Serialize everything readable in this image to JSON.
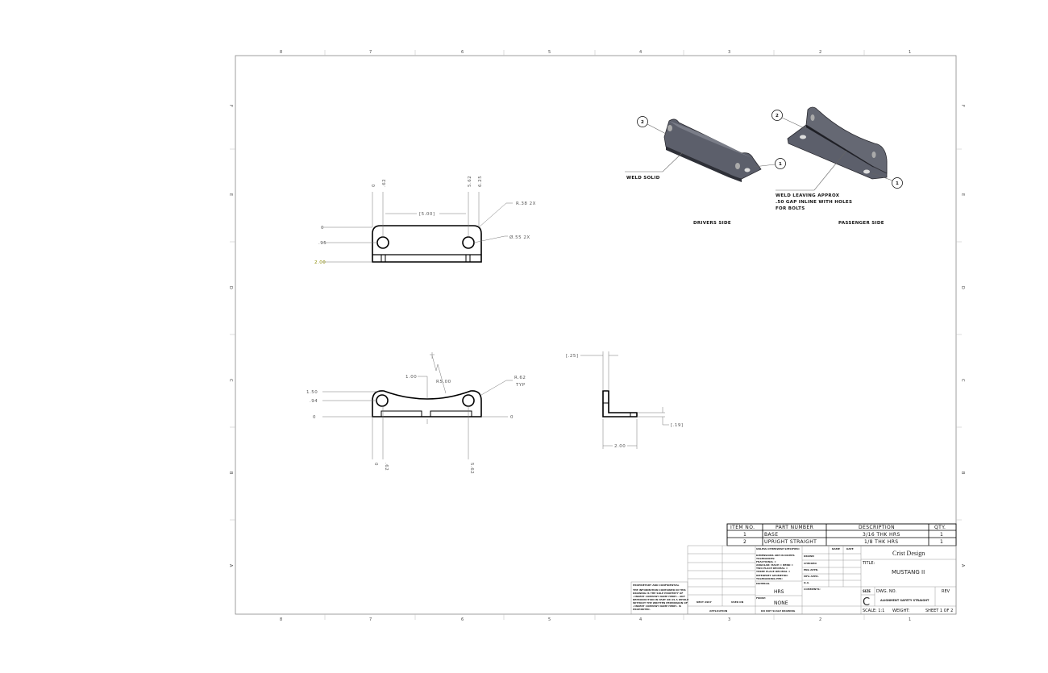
{
  "sheet": {
    "zones_columns": [
      "8",
      "7",
      "6",
      "5",
      "4",
      "3",
      "2",
      "1"
    ],
    "zones_rows": [
      "F",
      "E",
      "D",
      "C",
      "B",
      "A"
    ]
  },
  "top_view": {
    "dims": {
      "ord_h0": "0",
      "ord_h1": ".62",
      "ord_h2": "5.62",
      "ord_h3": "6.25",
      "ord_v0": "0",
      "ord_v1": ".95",
      "ord_v2": "2.00",
      "hole_spacing": "[5.00]",
      "corner_radius": "R.38 2X",
      "hole_dia": "Ø.55 2X"
    }
  },
  "front_view": {
    "dims": {
      "v_top": "1.50",
      "v_hole": ".94",
      "v_base": "0",
      "v_base_r": "0",
      "dip": "1.00",
      "arc_radius": "R5.00",
      "corner_radius": "R.62",
      "corner_radius_note": "TYP",
      "h0": "0",
      "h1": ".62",
      "h2": "5.62"
    }
  },
  "side_view": {
    "dims": {
      "thickness": "[.25]",
      "base_thickness": "[.19]",
      "width": "2.00"
    }
  },
  "isometric": {
    "drivers_label": "DRIVERS SIDE",
    "passenger_label": "PASSENGER SIDE",
    "weld_solid": "WELD SOLID",
    "weld_gap_lines": [
      "WELD LEAVING APPROX",
      ".50 GAP INLINE WITH HOLES",
      "FOR BOLTS"
    ],
    "balloons": [
      "1",
      "2"
    ]
  },
  "bom": {
    "headers": [
      "ITEM NO.",
      "PART NUMBER",
      "DESCRIPTION",
      "QTY."
    ],
    "rows": [
      {
        "item": "1",
        "part": "BASE",
        "desc": "3/16 THK HRS",
        "qty": "1"
      },
      {
        "item": "2",
        "part": "UPRIGHT STRAIGHT",
        "desc": "1/8 THK HRS",
        "qty": "1"
      }
    ]
  },
  "title_block": {
    "company": "Crist Design",
    "title_label": "TITLE:",
    "title": "MUSTANG II",
    "size_label": "SIZE",
    "size": "C",
    "dwg_no_label": "DWG. NO.",
    "dwg_no": "ALIGNMENT SAFETY STRAIGHT",
    "rev_label": "REV",
    "scale": "SCALE: 1:1",
    "weight": "WEIGHT:",
    "sheet": "SHEET 1 OF 2",
    "unless": "UNLESS OTHERWISE SPECIFIED:",
    "name": "NAME",
    "date": "DATE",
    "drawn": "DRAWN",
    "checked": "CHECKED",
    "eng_appr": "ENG APPR.",
    "mfg_appr": "MFG APPR.",
    "qa": "Q.A.",
    "comments": "COMMENTS:",
    "tolerances": [
      "DIMENSIONS ARE IN INCHES",
      "TOLERANCES:",
      "FRACTIONAL ±",
      "ANGULAR: MACH ±   BEND ±",
      "TWO PLACE DECIMAL  ±",
      "THREE PLACE DECIMAL ±"
    ],
    "interpret": [
      "INTERPRET GEOMETRIC",
      "TOLERANCING PER:"
    ],
    "material_label": "MATERIAL",
    "material": "HRS",
    "finish_label": "FINISH",
    "finish": "NONE",
    "next_assy": "NEXT ASSY",
    "used_on": "USED ON",
    "application": "APPLICATION",
    "do_not_scale": "DO NOT SCALE DRAWING",
    "proprietary_title": "PROPRIETARY AND CONFIDENTIAL",
    "proprietary_text": [
      "THE INFORMATION CONTAINED IN THIS",
      "DRAWING IS THE SOLE PROPERTY OF",
      "<INSERT COMPANY NAME HERE>. ANY",
      "REPRODUCTION IN PART OR AS A WHOLE",
      "WITHOUT THE WRITTEN PERMISSION OF",
      "<INSERT COMPANY NAME HERE> IS",
      "PROHIBITED."
    ]
  },
  "colors": {
    "part_fill": "#5c5f6b",
    "line": "#000000",
    "highlight_dim": "#8a8a00"
  }
}
